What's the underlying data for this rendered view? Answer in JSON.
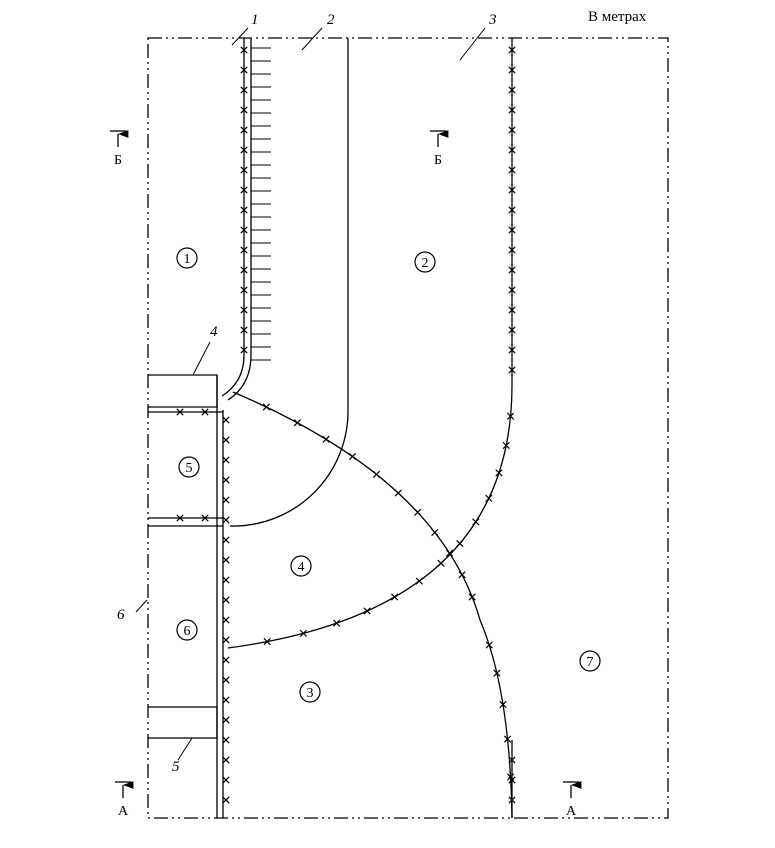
{
  "units_note": "В метрах",
  "callouts": [
    "1",
    "2",
    "3",
    "4",
    "5",
    "6"
  ],
  "zones": [
    "1",
    "2",
    "3",
    "4",
    "5",
    "6",
    "7"
  ],
  "section_marks": {
    "top_left": "Б",
    "top_mid": "Б",
    "bottom_left": "А",
    "bottom_right": "А"
  },
  "colors": {
    "line": "#000000",
    "background": "#ffffff"
  }
}
